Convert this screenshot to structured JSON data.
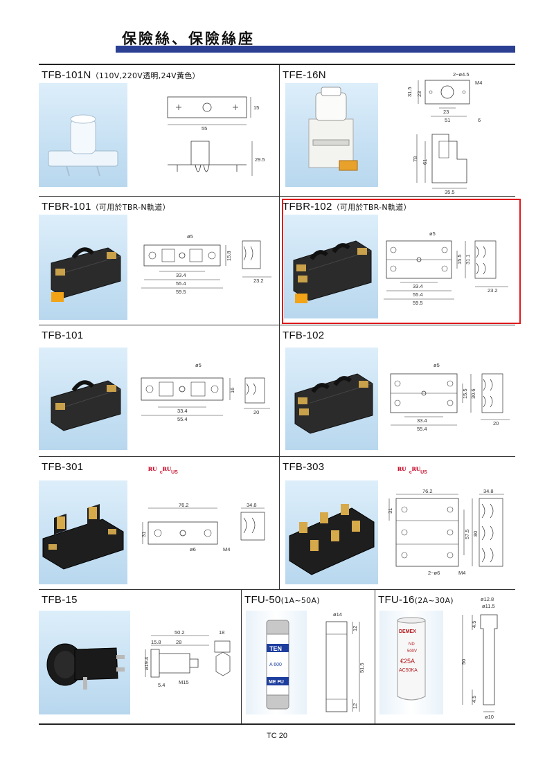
{
  "page": {
    "title": "保險絲、保險絲座",
    "page_number": "TC 20",
    "accent_color": "#2b3f93",
    "highlight_color": "#e0191b"
  },
  "products": {
    "tfb101n": {
      "name": "TFB-101N",
      "note": "（110V,220V透明,24V黃色）",
      "dims": [
        "15",
        "55",
        "29.5"
      ]
    },
    "tfe16n": {
      "name": "TFE-16N",
      "dims": [
        "2−ø4.5",
        "M4",
        "31.5",
        "23",
        "23",
        "51",
        "6",
        "78",
        "61",
        "35.5"
      ]
    },
    "tfbr101": {
      "name": "TFBR-101",
      "note": "（可用於TBR-N軌道）",
      "dims": [
        "ø5",
        "15.8",
        "33.4",
        "55.4",
        "59.5",
        "23.2"
      ]
    },
    "tfbr102": {
      "name": "TFBR-102",
      "note": "（可用於TBR-N軌道）",
      "dims": [
        "ø5",
        "15.5",
        "31.1",
        "33.4",
        "55.4",
        "59.5",
        "23.2"
      ]
    },
    "tfb101": {
      "name": "TFB-101",
      "dims": [
        "ø5",
        "16",
        "33.4",
        "55.4",
        "20"
      ]
    },
    "tfb102": {
      "name": "TFB-102",
      "dims": [
        "ø5",
        "15.5",
        "30.6",
        "33.4",
        "55.4",
        "20"
      ]
    },
    "tfb301": {
      "name": "TFB-301",
      "cert": {
        "ul": "ᴿᵁ",
        "cul_prefix": "c",
        "cul_suffix": "US"
      },
      "dims": [
        "76.2",
        "34.8",
        "31",
        "ø6",
        "M4"
      ]
    },
    "tfb303": {
      "name": "TFB-303",
      "cert": {
        "ul": "ᴿᵁ",
        "cul_prefix": "c",
        "cul_suffix": "US"
      },
      "dims": [
        "76.2",
        "34.8",
        "31",
        "57.5",
        "80",
        "2−ø6",
        "M4"
      ]
    },
    "tfb15": {
      "name": "TFB-15",
      "dims": [
        "50.2",
        "15.8",
        "28",
        "18",
        "ø19.4",
        "5.4",
        "M15"
      ]
    },
    "tfu50": {
      "name": "TFU-50",
      "range": "(1A~50A)",
      "dims": [
        "ø14",
        "12",
        "51.5",
        "12"
      ],
      "label_lines": [
        "TEN",
        "A 600",
        "ME FU"
      ]
    },
    "tfu16": {
      "name": "TFU-16",
      "range": "(2A~30A)",
      "dims": [
        "ø12.8",
        "ø11.5",
        "4.5",
        "50",
        "4.5",
        "ø10"
      ],
      "label_lines": [
        "DEMEX",
        "ND",
        "500V",
        "€25A",
        "AC50KA"
      ]
    }
  }
}
